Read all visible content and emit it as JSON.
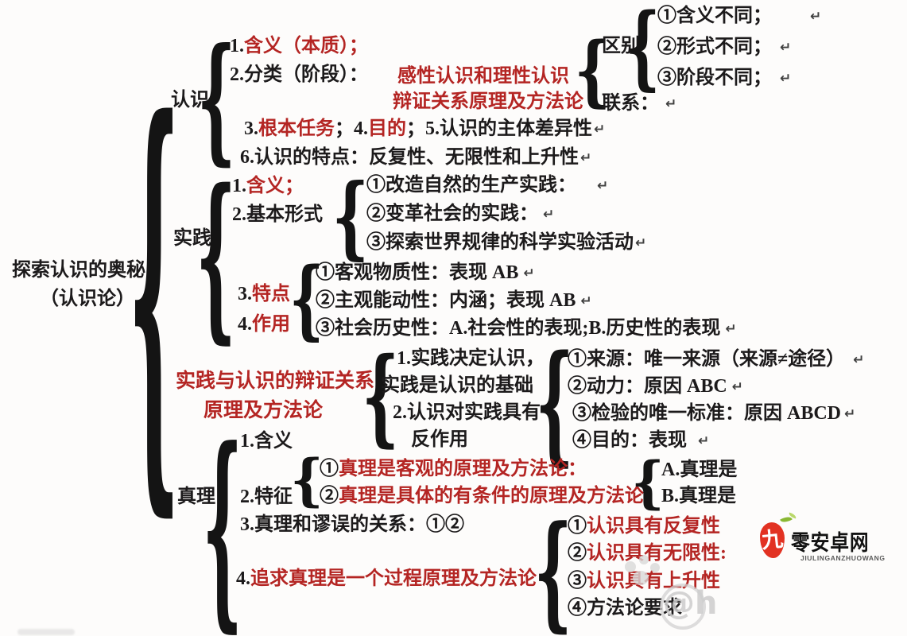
{
  "palette": {
    "red": "#b42523",
    "black": "#1c1a1b",
    "arrow": "#3f3f3f",
    "logo_red": "#e23222",
    "leaf_green": "#8ab833"
  },
  "glyphs": {
    "brace": "{",
    "return_arrow": "↵"
  },
  "root": {
    "line1": "探索认识的奥秘",
    "line2": "（认识论）"
  },
  "renshi": {
    "label": "认识",
    "i1_num": "1.",
    "i1_text": "含义（本质）；",
    "i2": "2.分类（阶段）：",
    "i2_red1": "感性认识和理性认识",
    "i2_red2": "辩证关系原理及方法论",
    "qubie_label": "区别",
    "qubie_items": [
      "①含义不同；",
      "②形式不同；",
      "③阶段不同；"
    ],
    "lianxi_label": "联系：",
    "i3_num1": "3.",
    "i3_red1": "根本任务",
    "i3_sep1": "；",
    "i3_num2": "4.",
    "i3_red2": "目的",
    "i3_sep2": "；",
    "i3_rest": "5.认识的主体差异性",
    "i6": "6.认识的特点：反复性、无限性和上升性"
  },
  "shijian": {
    "label": "实践",
    "i1_num": "1.",
    "i1_text": "含义；",
    "i2": "2.基本形式",
    "forms": [
      "①改造自然的生产实践：",
      "②变革社会的实践：",
      "③探索世界规律的科学实验活动"
    ],
    "i3_num": "3.",
    "i3_text": "特点",
    "traits": [
      "①客观物质性：表现 AB",
      "②主观能动性：内涵；表现 AB"
    ],
    "i4_num": "4.",
    "i4_text": "作用",
    "trait3": "③社会历史性：A.社会性的表现;B.历史性的表现"
  },
  "bianzheng": {
    "title1": "实践与认识的辩证关系",
    "title2": "原理及方法论",
    "left_lines": [
      "1.实践决定认识，",
      "实践是认识的基础",
      "2.认识对实践具有",
      "反作用"
    ],
    "right_items": [
      "①来源：唯一来源（来源≠途径）",
      "②动力：原因 ABC",
      "③检验的唯一标准：原因 ABCD",
      "④目的：表现"
    ]
  },
  "zhenli": {
    "label": "真理",
    "i1": "1.含义",
    "i2": "2.特征",
    "f1_num": "①",
    "f1_text": "真理是客观的原理及方法论：",
    "f2_num": "②",
    "f2_text": "真理是具体的有条件的原理及方法论",
    "ab_items": [
      "A.真理是",
      "B.真理是"
    ],
    "i3": "3.真理和谬误的关系：①②",
    "i4_num": "4.",
    "i4_text": "追求真理是一个过程原理及方法论",
    "p1_num": "①",
    "p1_text": "认识具有反复性",
    "p2_num": "②",
    "p2_text": "认识具有无限性:",
    "p3_num": "③",
    "p3_text": "认识具有上升性",
    "p4": "④方法论要求"
  },
  "logo": {
    "seal_char": "九",
    "name": "零安卓网",
    "subtitle": "JIULINGANZHUOWANG"
  },
  "watermark_faint": "@h"
}
